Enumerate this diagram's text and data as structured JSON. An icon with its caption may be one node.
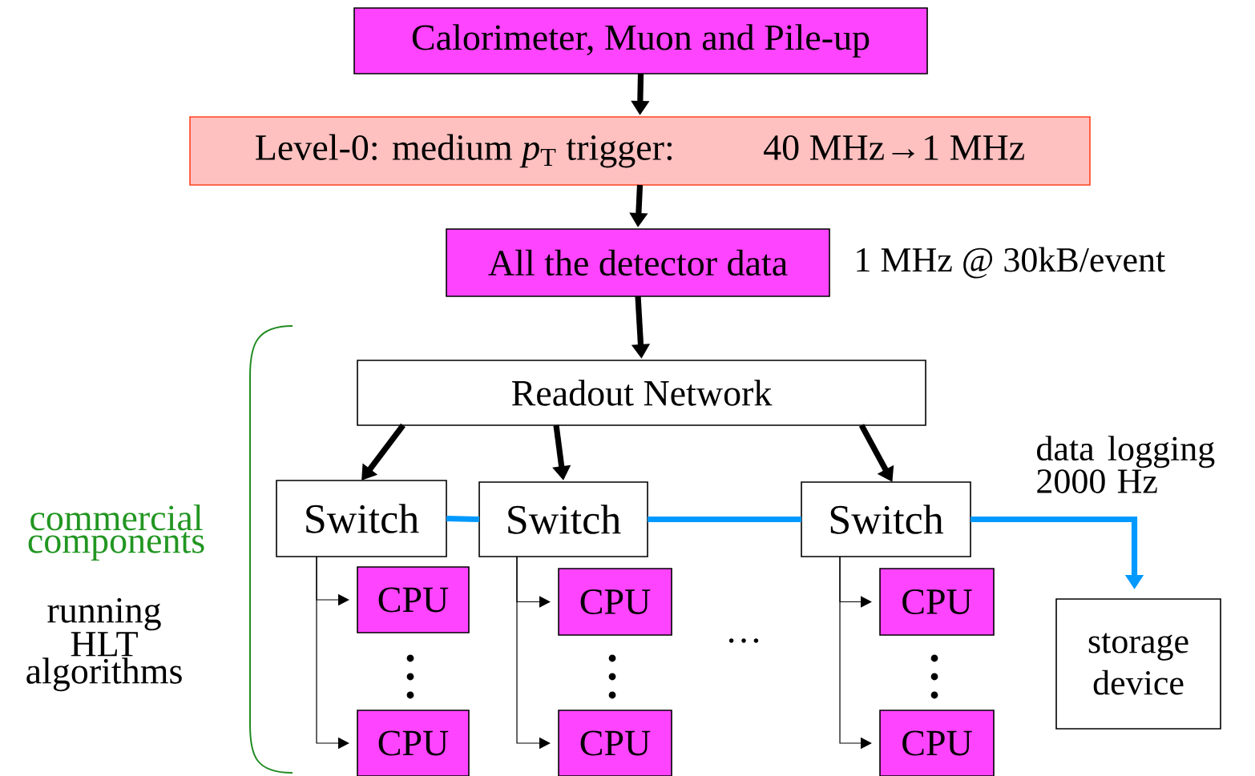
{
  "diagram": {
    "nodes": [
      {
        "text": [
          "Calorimeter, Muon and Pile-up"
        ]
      },
      {
        "text": [
          "Level-0: medium *p*$_{T}$ trigger:",
          "40 MHz→1 MHz"
        ]
      },
      {
        "text": [
          "All the detector data"
        ],
        "beside": [
          "1 MHz @ 30kB/event"
        ]
      },
      {
        "text": [
          "Readout Network"
        ]
      },
      {
        "text": [
          "Switch"
        ]
      },
      {
        "text": [
          "Switch"
        ]
      },
      {
        "text": [
          "Switch"
        ]
      },
      {
        "text": [
          "storage device"
        ]
      },
      {
        "text": [
          "CPU"
        ]
      },
      {
        "text": [
          "CPU"
        ]
      },
      {
        "text": [
          "CPU"
        ]
      },
      {
        "text": [
          "CPU"
        ]
      },
      {
        "text": [
          "CPU"
        ]
      },
      {
        "text": [
          "CPU"
        ]
      }
    ],
    "edges": [
      {
        "from": 0,
        "to": 1,
        "arrow": "to"
      },
      {
        "from": 1,
        "to": 2,
        "arrow": "to"
      },
      {
        "from": 2,
        "to": 3,
        "arrow": "to"
      },
      {
        "from": 3,
        "to": 4,
        "arrow": "to"
      },
      {
        "from": 3,
        "to": 5,
        "arrow": "to"
      },
      {
        "from": 3,
        "to": 6,
        "arrow": "to"
      },
      {
        "from": 4,
        "to": 5,
        "arrow": "none",
        "color": "#0099ff"
      },
      {
        "from": 5,
        "to": 6,
        "arrow": "none",
        "color": "#0099ff"
      },
      {
        "from": 6,
        "to": 7,
        "arrow": "to",
        "color": "#0099ff",
        "label": "data logging 2000 Hz"
      },
      {
        "from": 4,
        "to": 8,
        "arrow": "to"
      },
      {
        "from": 4,
        "to": 9,
        "arrow": "to"
      },
      {
        "from": 5,
        "to": 10,
        "arrow": "to"
      },
      {
        "from": 5,
        "to": 11,
        "arrow": "to"
      },
      {
        "from": 6,
        "to": 12,
        "arrow": "to"
      },
      {
        "from": 6,
        "to": 13,
        "arrow": "to"
      }
    ],
    "labels": [
      "commercial components",
      "running HLT algorithms",
      "…"
    ]
  }
}
